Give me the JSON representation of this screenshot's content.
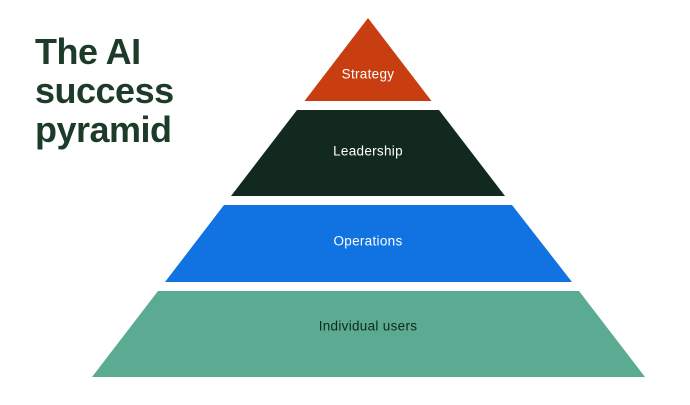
{
  "title": "The AI success pyramid",
  "colors": {
    "title": "#1d3b29",
    "background": "#ffffff"
  },
  "pyramid": {
    "layers": [
      {
        "label": "Strategy",
        "color": "#c93e10",
        "text_color": "#ffffff"
      },
      {
        "label": "Leadership",
        "color": "#12291f",
        "text_color": "#ffffff"
      },
      {
        "label": "Operations",
        "color": "#1173e2",
        "text_color": "#ffffff"
      },
      {
        "label": "Individual users",
        "color": "#5baa92",
        "text_color": "#0e291d"
      }
    ]
  }
}
